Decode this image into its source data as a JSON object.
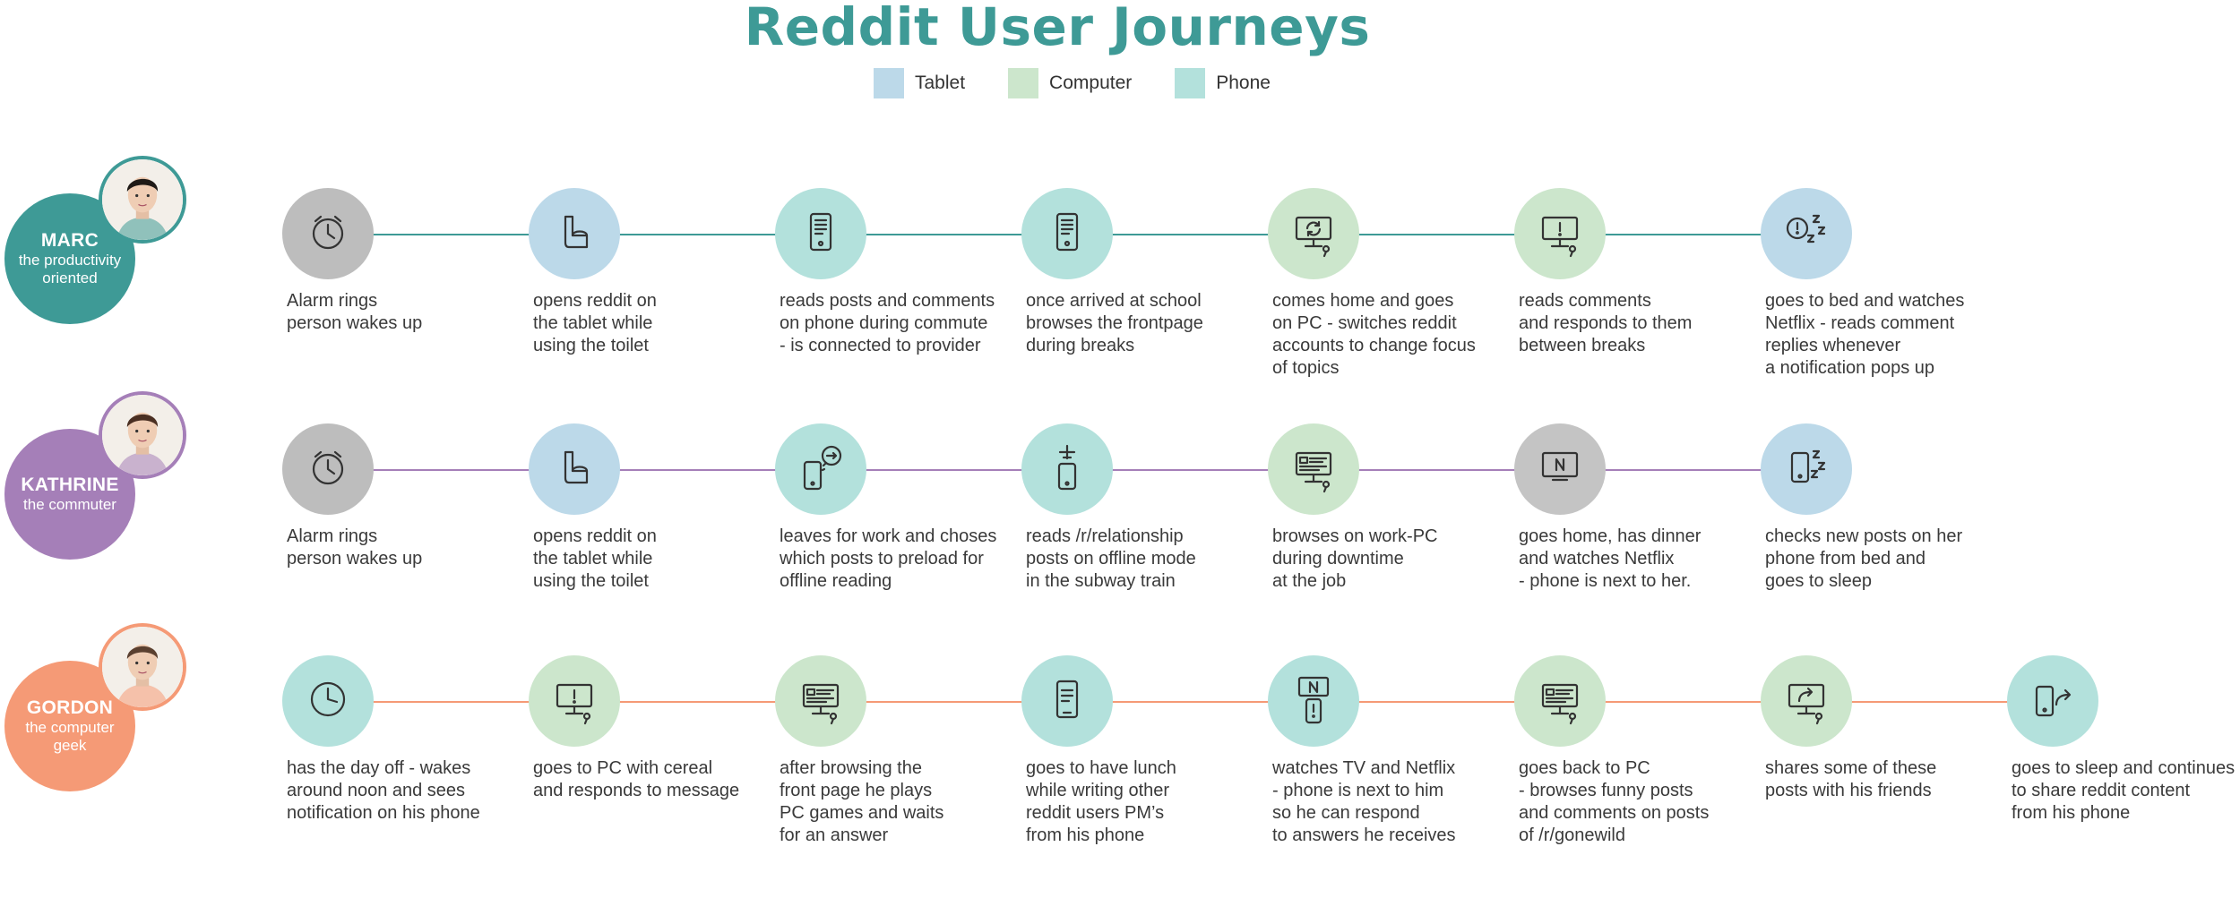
{
  "title": "Reddit User Journeys",
  "colors": {
    "title": "#3e9a96",
    "tablet": "#bcd9e9",
    "computer": "#cce6cc",
    "phone": "#b3e1dc",
    "alarm": "#bdbdbd",
    "tv": "#c4c4c4",
    "marc": "#3e9a96",
    "kathrine": "#a57fb8",
    "gordon": "#f59a76"
  },
  "legend": [
    {
      "label": "Tablet",
      "color": "#bcd9e9"
    },
    {
      "label": "Computer",
      "color": "#cce6cc"
    },
    {
      "label": "Phone",
      "color": "#b3e1dc"
    }
  ],
  "personas": [
    {
      "name": "MARC",
      "desc": "the productivity oriented",
      "color": "#3e9a96",
      "steps": [
        {
          "icon": "alarm-clock-icon",
          "device": "alarm",
          "text": "Alarm rings\nperson wakes up"
        },
        {
          "icon": "tablet-toilet-icon",
          "device": "tablet",
          "text": "opens reddit on\nthe tablet while\nusing the toilet"
        },
        {
          "icon": "phone-reading-icon",
          "device": "phone",
          "text": "reads posts and comments\non phone during commute\n- is connected to provider"
        },
        {
          "icon": "phone-reading-icon",
          "device": "phone",
          "text": "once arrived at school\nbrowses the frontpage\nduring breaks"
        },
        {
          "icon": "computer-refresh-icon",
          "device": "computer",
          "text": "comes home and goes\non PC - switches reddit\naccounts to change focus\nof topics"
        },
        {
          "icon": "computer-alert-icon",
          "device": "computer",
          "text": "reads comments\nand responds to them\nbetween  breaks"
        },
        {
          "icon": "notification-sleep-icon",
          "device": "tablet",
          "text": "goes to bed and watches\nNetflix - reads comment\nreplies whenever\na notification pops up"
        }
      ]
    },
    {
      "name": "KATHRINE",
      "desc": "the commuter",
      "color": "#a57fb8",
      "steps": [
        {
          "icon": "alarm-clock-icon",
          "device": "alarm",
          "text": "Alarm rings\nperson wakes up"
        },
        {
          "icon": "tablet-toilet-icon",
          "device": "tablet",
          "text": "opens reddit on\nthe tablet while\nusing the toilet"
        },
        {
          "icon": "phone-preload-icon",
          "device": "phone",
          "text": "leaves for work and choses\nwhich posts to preload for\noffline reading"
        },
        {
          "icon": "phone-airplane-icon",
          "device": "phone",
          "text": "reads /r/relationship\nposts on offline mode\nin the subway train"
        },
        {
          "icon": "computer-browse-icon",
          "device": "computer",
          "text": "browses on work-PC\nduring downtime\nat the job"
        },
        {
          "icon": "tv-netflix-icon",
          "device": "tv",
          "text": "goes home, has dinner\nand watches Netflix\n- phone is next to her."
        },
        {
          "icon": "phone-sleep-icon",
          "device": "tablet",
          "text": "checks new posts on her\nphone from bed and\ngoes to sleep"
        }
      ]
    },
    {
      "name": "GORDON",
      "desc": "the computer geek",
      "color": "#f59a76",
      "steps": [
        {
          "icon": "clock-icon",
          "device": "phone",
          "text": "has the day off - wakes\naround noon and sees\nnotification on his phone"
        },
        {
          "icon": "computer-alert-icon",
          "device": "computer",
          "text": "goes to PC with cereal\nand responds to message"
        },
        {
          "icon": "computer-browse-icon",
          "device": "computer",
          "text": "after browsing the\nfront page he plays\nPC games and waits\nfor an answer"
        },
        {
          "icon": "phone-message-icon",
          "device": "phone",
          "text": "goes to have lunch\nwhile writing other\nreddit users PM’s\nfrom his phone"
        },
        {
          "icon": "tv-phone-alert-icon",
          "device": "phone",
          "text": "watches TV and Netflix\n- phone is next to him\nso he can respond\nto answers he receives"
        },
        {
          "icon": "computer-browse-icon",
          "device": "computer",
          "text": "goes back to PC\n- browses funny posts\nand comments on posts\nof /r/gonewild"
        },
        {
          "icon": "computer-share-icon",
          "device": "computer",
          "text": "shares some of these\nposts with his friends"
        },
        {
          "icon": "phone-share-icon",
          "device": "phone",
          "text": "goes to sleep and continues\nto share reddit content\nfrom his phone"
        }
      ]
    }
  ]
}
